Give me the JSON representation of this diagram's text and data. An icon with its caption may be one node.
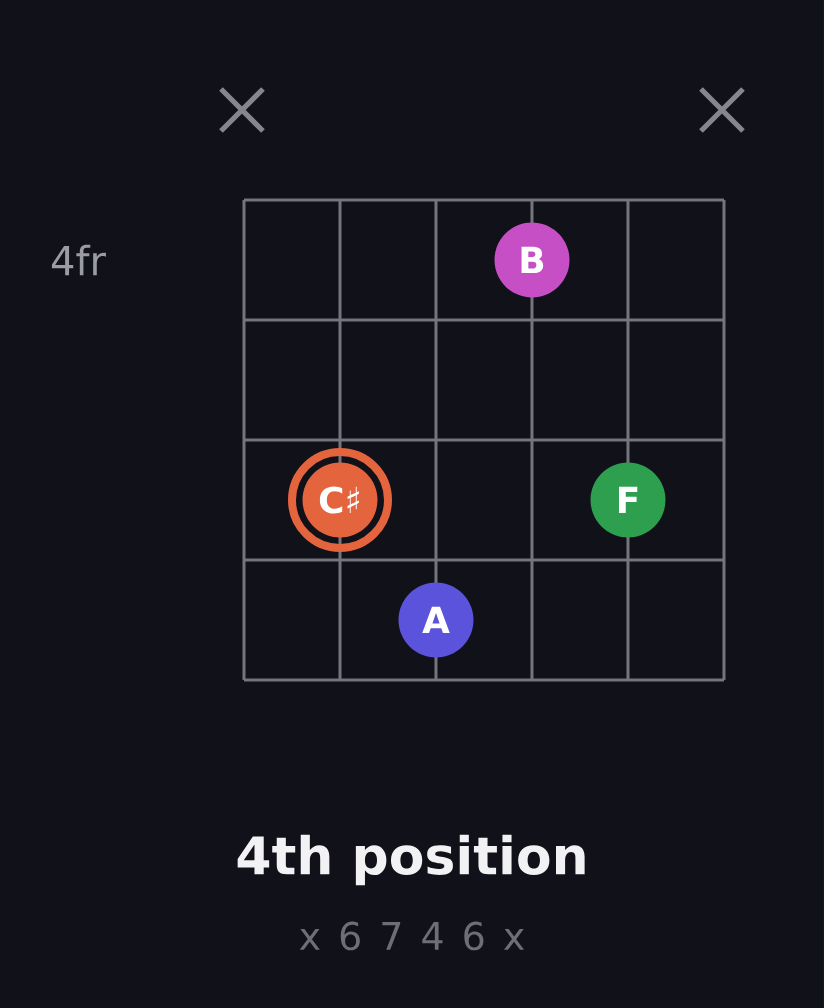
{
  "diagram": {
    "title": "4th position",
    "nodes": [
      {
        "text": [
          "B"
        ]
      },
      {
        "text": [
          "C♯"
        ]
      },
      {
        "text": [
          "F"
        ]
      },
      {
        "text": [
          "A"
        ]
      }
    ],
    "labels": [
      "4fr",
      "x 6 7 4 6 x"
    ]
  }
}
